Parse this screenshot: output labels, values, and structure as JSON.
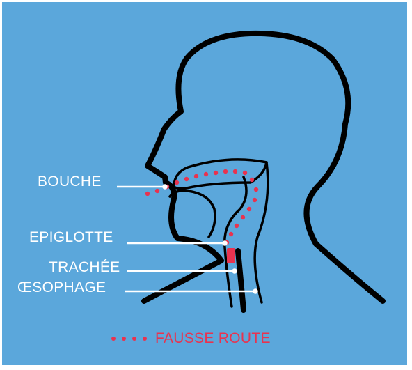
{
  "labels": {
    "bouche": "BOUCHE",
    "epiglotte": "EPIGLOTTE",
    "trachee": "TRACHÉE",
    "oesophage": "ŒSOPHAGE"
  },
  "legend": {
    "text": "FAUSSE ROUTE"
  },
  "colors": {
    "background": "#5ba7db",
    "outline": "#000000",
    "label": "#ffffff",
    "fausse_route": "#e8334f"
  }
}
